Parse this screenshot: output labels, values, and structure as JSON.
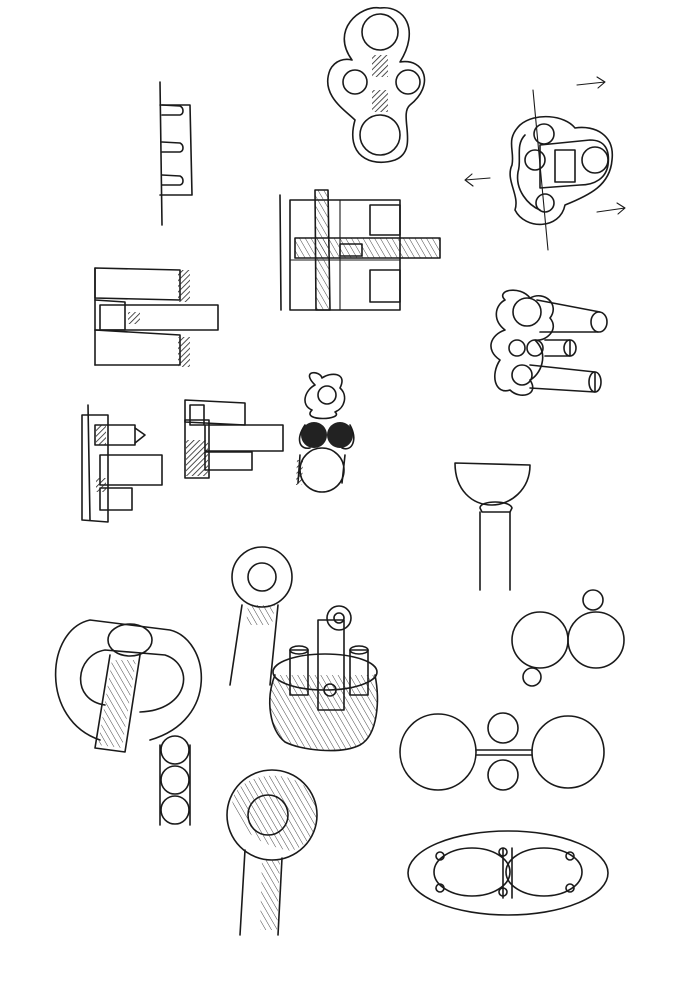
{
  "page": {
    "kind": "sketch-sheet",
    "ink_color": "#1a1a1a",
    "paper_color": "#ffffff"
  },
  "sketches": [
    {
      "name": "three-hole-plate",
      "subject": "plate"
    },
    {
      "name": "slotted-comb",
      "subject": "comb"
    },
    {
      "name": "rotating-ring-assembly",
      "subject": "assembly"
    },
    {
      "name": "cross-post-assembly",
      "subject": "assembly"
    },
    {
      "name": "stacked-block-left",
      "subject": "block"
    },
    {
      "name": "cylinder-cluster",
      "subject": "cylinders"
    },
    {
      "name": "small-block-a",
      "subject": "block"
    },
    {
      "name": "small-block-b",
      "subject": "block"
    },
    {
      "name": "figure-with-dark-eyes",
      "subject": "figure"
    },
    {
      "name": "bowl-on-stand",
      "subject": "stand"
    },
    {
      "name": "ring-on-post",
      "subject": "ring"
    },
    {
      "name": "u-loop-with-beads",
      "subject": "loop"
    },
    {
      "name": "tube-cluster-on-base",
      "subject": "tubes"
    },
    {
      "name": "four-circle-group",
      "subject": "circles"
    },
    {
      "name": "dumbbell-circles",
      "subject": "circles"
    },
    {
      "name": "eye-ring-on-rod",
      "subject": "ring"
    },
    {
      "name": "oval-plate-with-holes",
      "subject": "plate"
    }
  ]
}
